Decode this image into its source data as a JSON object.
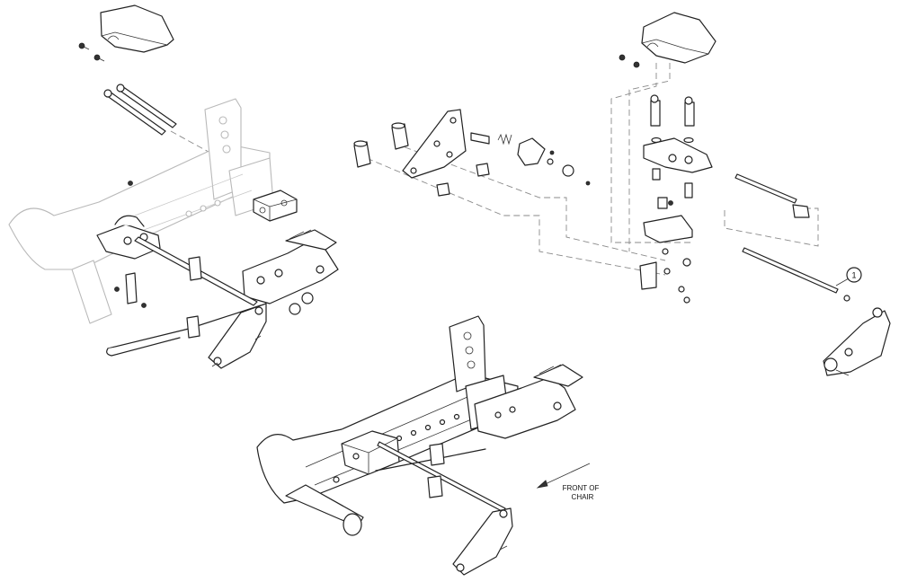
{
  "callout": {
    "number": "1"
  },
  "front_label": {
    "line1": "FRONT OF",
    "line2": "CHAIR"
  }
}
